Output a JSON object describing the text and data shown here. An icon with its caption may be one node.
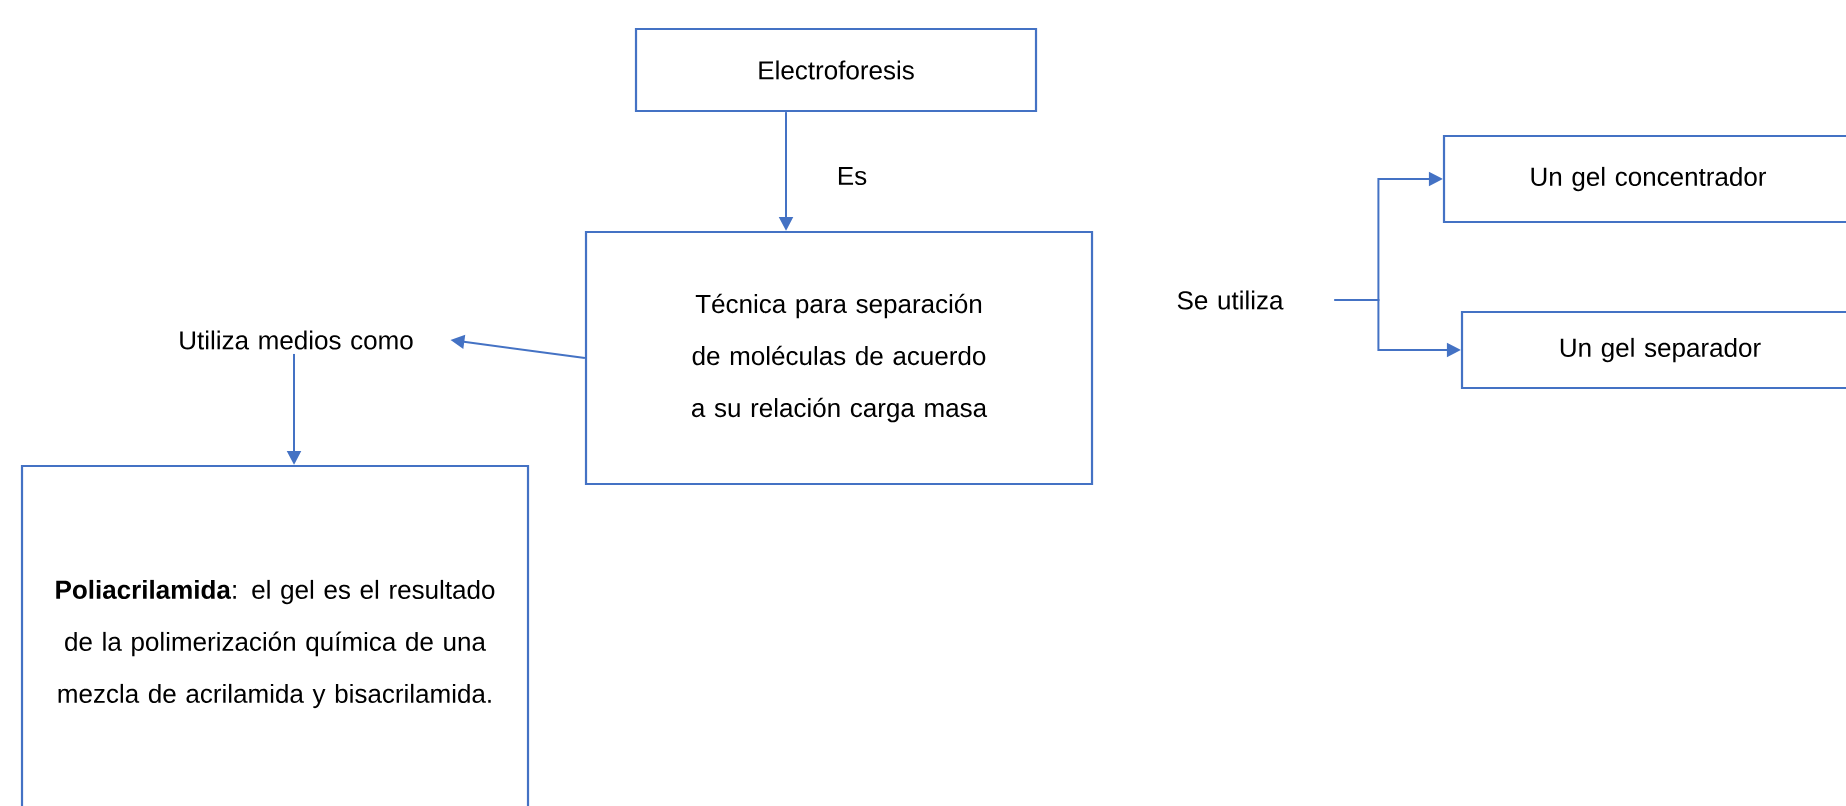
{
  "diagram": {
    "nodes": [
      {
        "text": [
          "Electroforesis"
        ]
      },
      {
        "text": [
          "Técnica para separación de moléculas de acuerdo a su relación carga masa"
        ]
      },
      {
        "text": [
          "Utiliza medios como"
        ]
      },
      {
        "text": [
          "**Poliacrilamida**: el gel es el resultado de la polimerización química de una mezcla de acrilamida y bisacrilamida."
        ]
      },
      {
        "text": [
          "Se utiliza"
        ]
      },
      {
        "text": [
          "Un gel concentrador"
        ]
      },
      {
        "text": [
          "Un gel separador"
        ]
      }
    ],
    "edges": [
      {
        "from": 0,
        "to": 1,
        "arrow": "to",
        "label": "Es"
      },
      {
        "from": 1,
        "to": 2,
        "arrow": "to"
      },
      {
        "from": 2,
        "to": 3,
        "arrow": "to"
      },
      {
        "from": 4,
        "to": 5,
        "arrow": "to"
      },
      {
        "from": 4,
        "to": 6,
        "arrow": "to"
      }
    ]
  }
}
